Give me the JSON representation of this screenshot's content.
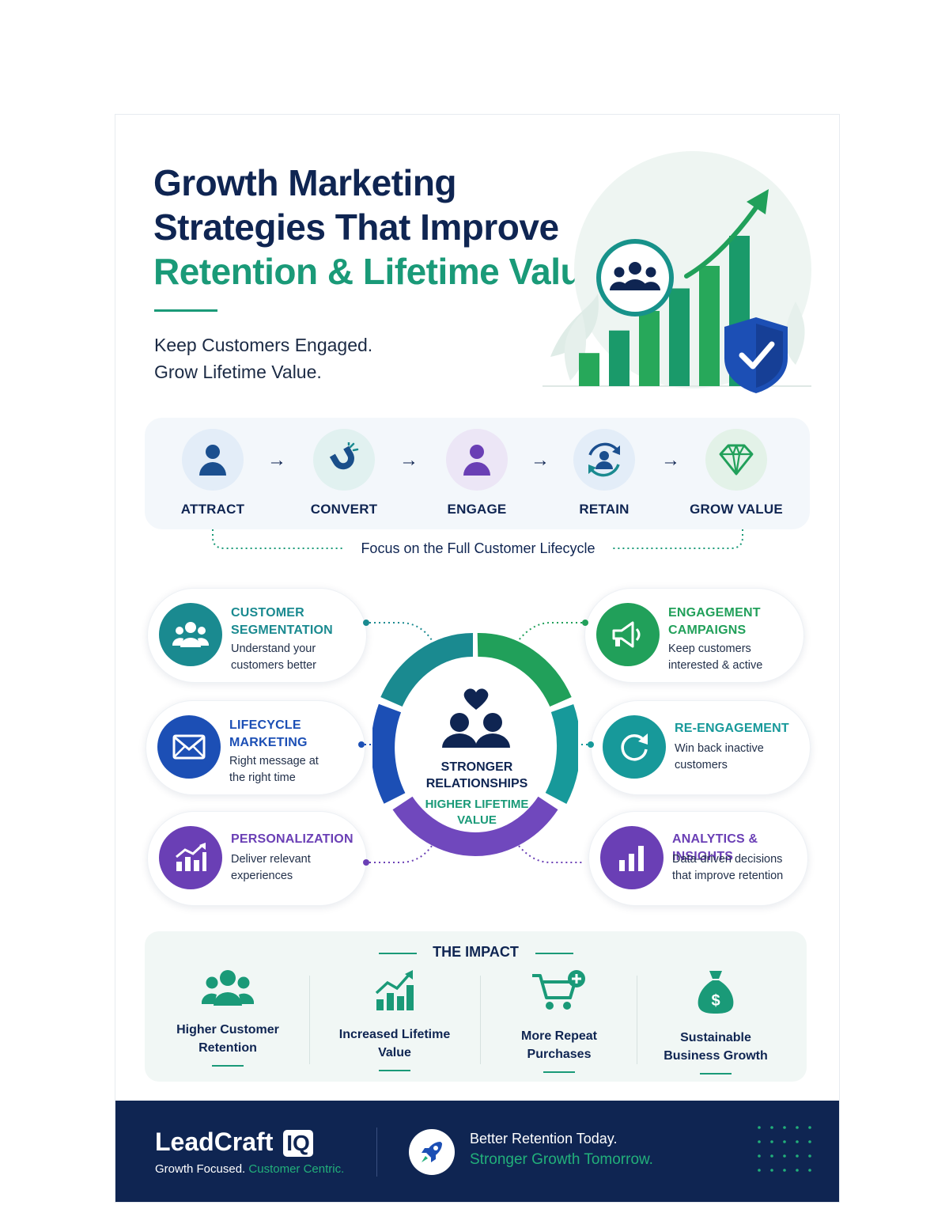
{
  "header": {
    "title_line1": "Growth Marketing",
    "title_line2": "Strategies That Improve",
    "title_line3": "Retention & Lifetime Value",
    "tagline1": "Keep Customers Engaged.",
    "tagline2": "Grow Lifetime Value."
  },
  "hero_chart": {
    "bar_levels": [
      0.22,
      0.37,
      0.5,
      0.65,
      0.8,
      1.0
    ]
  },
  "lifecycle": {
    "steps": [
      {
        "label": "ATTRACT",
        "icon": "person-icon",
        "color": "#1b4f8f"
      },
      {
        "label": "CONVERT",
        "icon": "magnet-icon",
        "color": "#1a8a90"
      },
      {
        "label": "ENGAGE",
        "icon": "person-icon",
        "color": "#6a3fb5"
      },
      {
        "label": "RETAIN",
        "icon": "refresh-person-icon",
        "color": "#1b4f8f"
      },
      {
        "label": "GROW VALUE",
        "icon": "diamond-icon",
        "color": "#21a05a"
      }
    ],
    "caption": "Focus on the Full Customer Lifecycle"
  },
  "strategies": {
    "left": [
      {
        "title1": "CUSTOMER",
        "title2": "SEGMENTATION",
        "desc1": "Understand your",
        "desc2": "customers better",
        "icon": "users-icon",
        "color": "#1a8a90"
      },
      {
        "title1": "LIFECYCLE",
        "title2": "MARKETING",
        "desc1": "Right message at",
        "desc2": "the right time",
        "icon": "envelope-icon",
        "color": "#1c4fb5"
      },
      {
        "title1": "PERSONALIZATION",
        "title2": "",
        "desc1": "Deliver relevant",
        "desc2": "experiences",
        "icon": "trend-icon",
        "color": "#6a3fb5"
      }
    ],
    "right": [
      {
        "title1": "ENGAGEMENT",
        "title2": "CAMPAIGNS",
        "desc1": "Keep customers",
        "desc2": "interested & active",
        "icon": "megaphone-icon",
        "color": "#21a05a"
      },
      {
        "title1": "RE-ENGAGEMENT",
        "title2": "",
        "desc1": "Win back inactive",
        "desc2": "customers",
        "icon": "refresh-icon",
        "color": "#17999a"
      },
      {
        "title1": "ANALYTICS & INSIGHTS",
        "title2": "",
        "desc1": "Data-driven decisions",
        "desc2": "that improve retention",
        "icon": "bar-chart-icon",
        "color": "#6a3fb5"
      }
    ]
  },
  "center": {
    "line1": "STRONGER",
    "line2": "RELATIONSHIPS",
    "line3": "HIGHER LIFETIME",
    "line4": "VALUE"
  },
  "impact": {
    "heading": "THE IMPACT",
    "items": [
      {
        "line1": "Higher Customer",
        "line2": "Retention",
        "icon": "users-icon"
      },
      {
        "line1": "Increased Lifetime",
        "line2": "Value",
        "icon": "growth-chart-icon"
      },
      {
        "line1": "More Repeat",
        "line2": "Purchases",
        "icon": "cart-plus-icon"
      },
      {
        "line1": "Sustainable",
        "line2": "Business Growth",
        "icon": "money-bag-icon"
      }
    ]
  },
  "footer": {
    "brand": "LeadCraft",
    "brand_badge": "IQ",
    "tagline_a": "Growth Focused.",
    "tagline_b": "Customer Centric.",
    "slogan1": "Better Retention Today.",
    "slogan2": "Stronger Growth Tomorrow."
  },
  "colors": {
    "navy": "#0f2552",
    "teal": "#1a9a78",
    "green": "#21a05a",
    "blue": "#1c4fb5",
    "purple": "#6a3fb5"
  }
}
